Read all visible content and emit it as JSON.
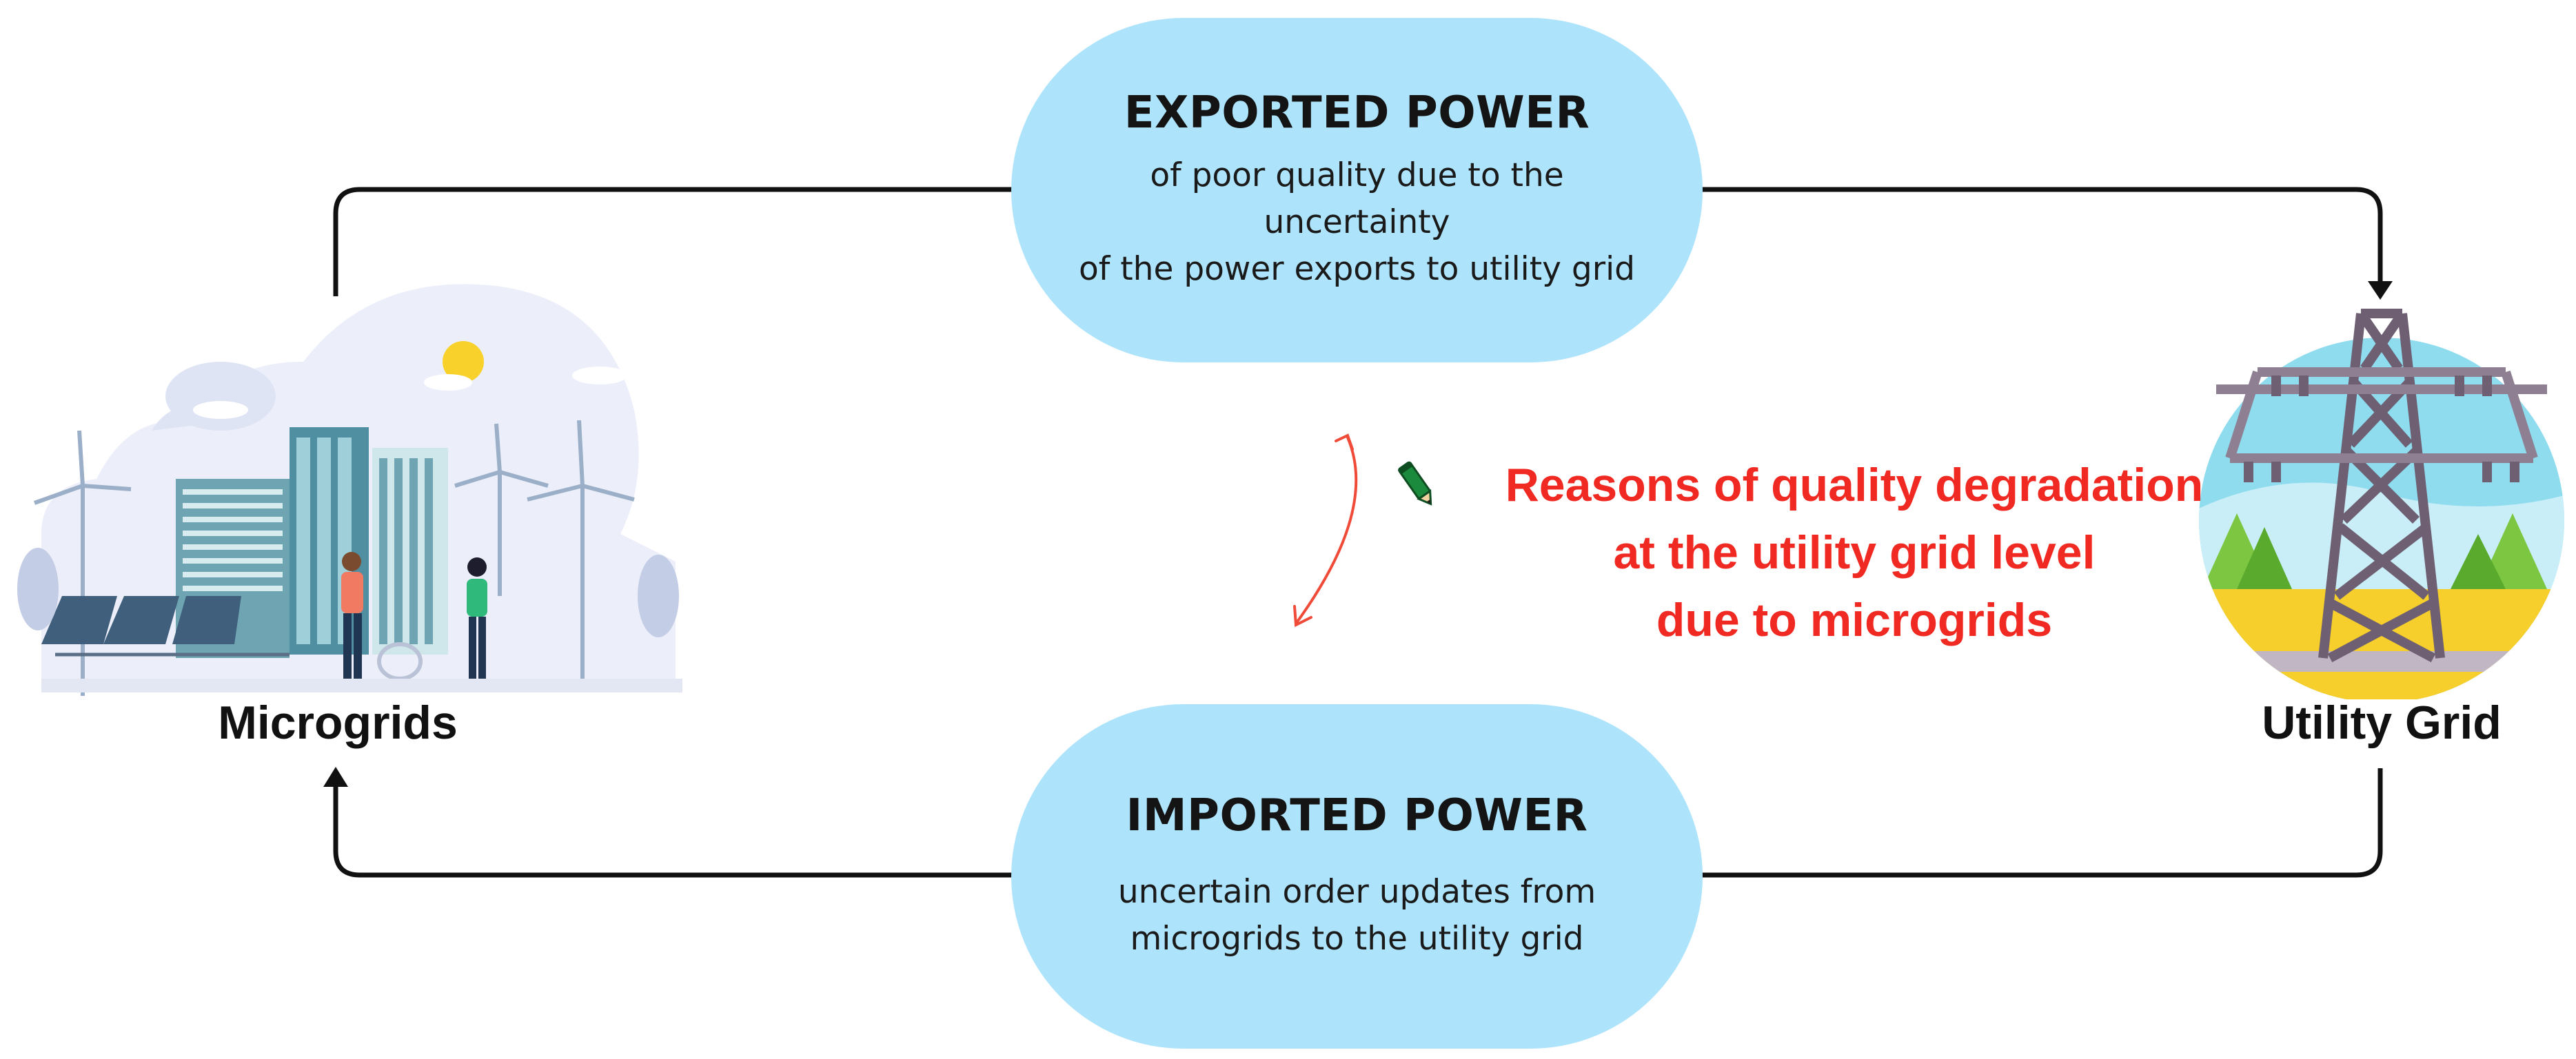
{
  "exported": {
    "title": "EXPORTED POWER",
    "line1": "of poor quality due to the uncertainty",
    "line2": "of the power exports to utility grid"
  },
  "imported": {
    "title": "IMPORTED POWER",
    "line1": "uncertain order updates from",
    "line2": "microgrids to the utility grid"
  },
  "nodes": {
    "microgrids": "Microgrids",
    "utility_grid": "Utility Grid"
  },
  "reasons": {
    "line1": "Reasons of quality degradation",
    "line2": "at the utility grid level",
    "line3": "due to microgrids"
  },
  "colors": {
    "pill": "#aee4fb",
    "accent_red": "#f02a22",
    "arrow": "#111111",
    "pencil": "#1c8a3c"
  },
  "icons": [
    "microgrid-illustration",
    "power-pylon-illustration",
    "pencil-icon",
    "double-arrow-icon"
  ]
}
